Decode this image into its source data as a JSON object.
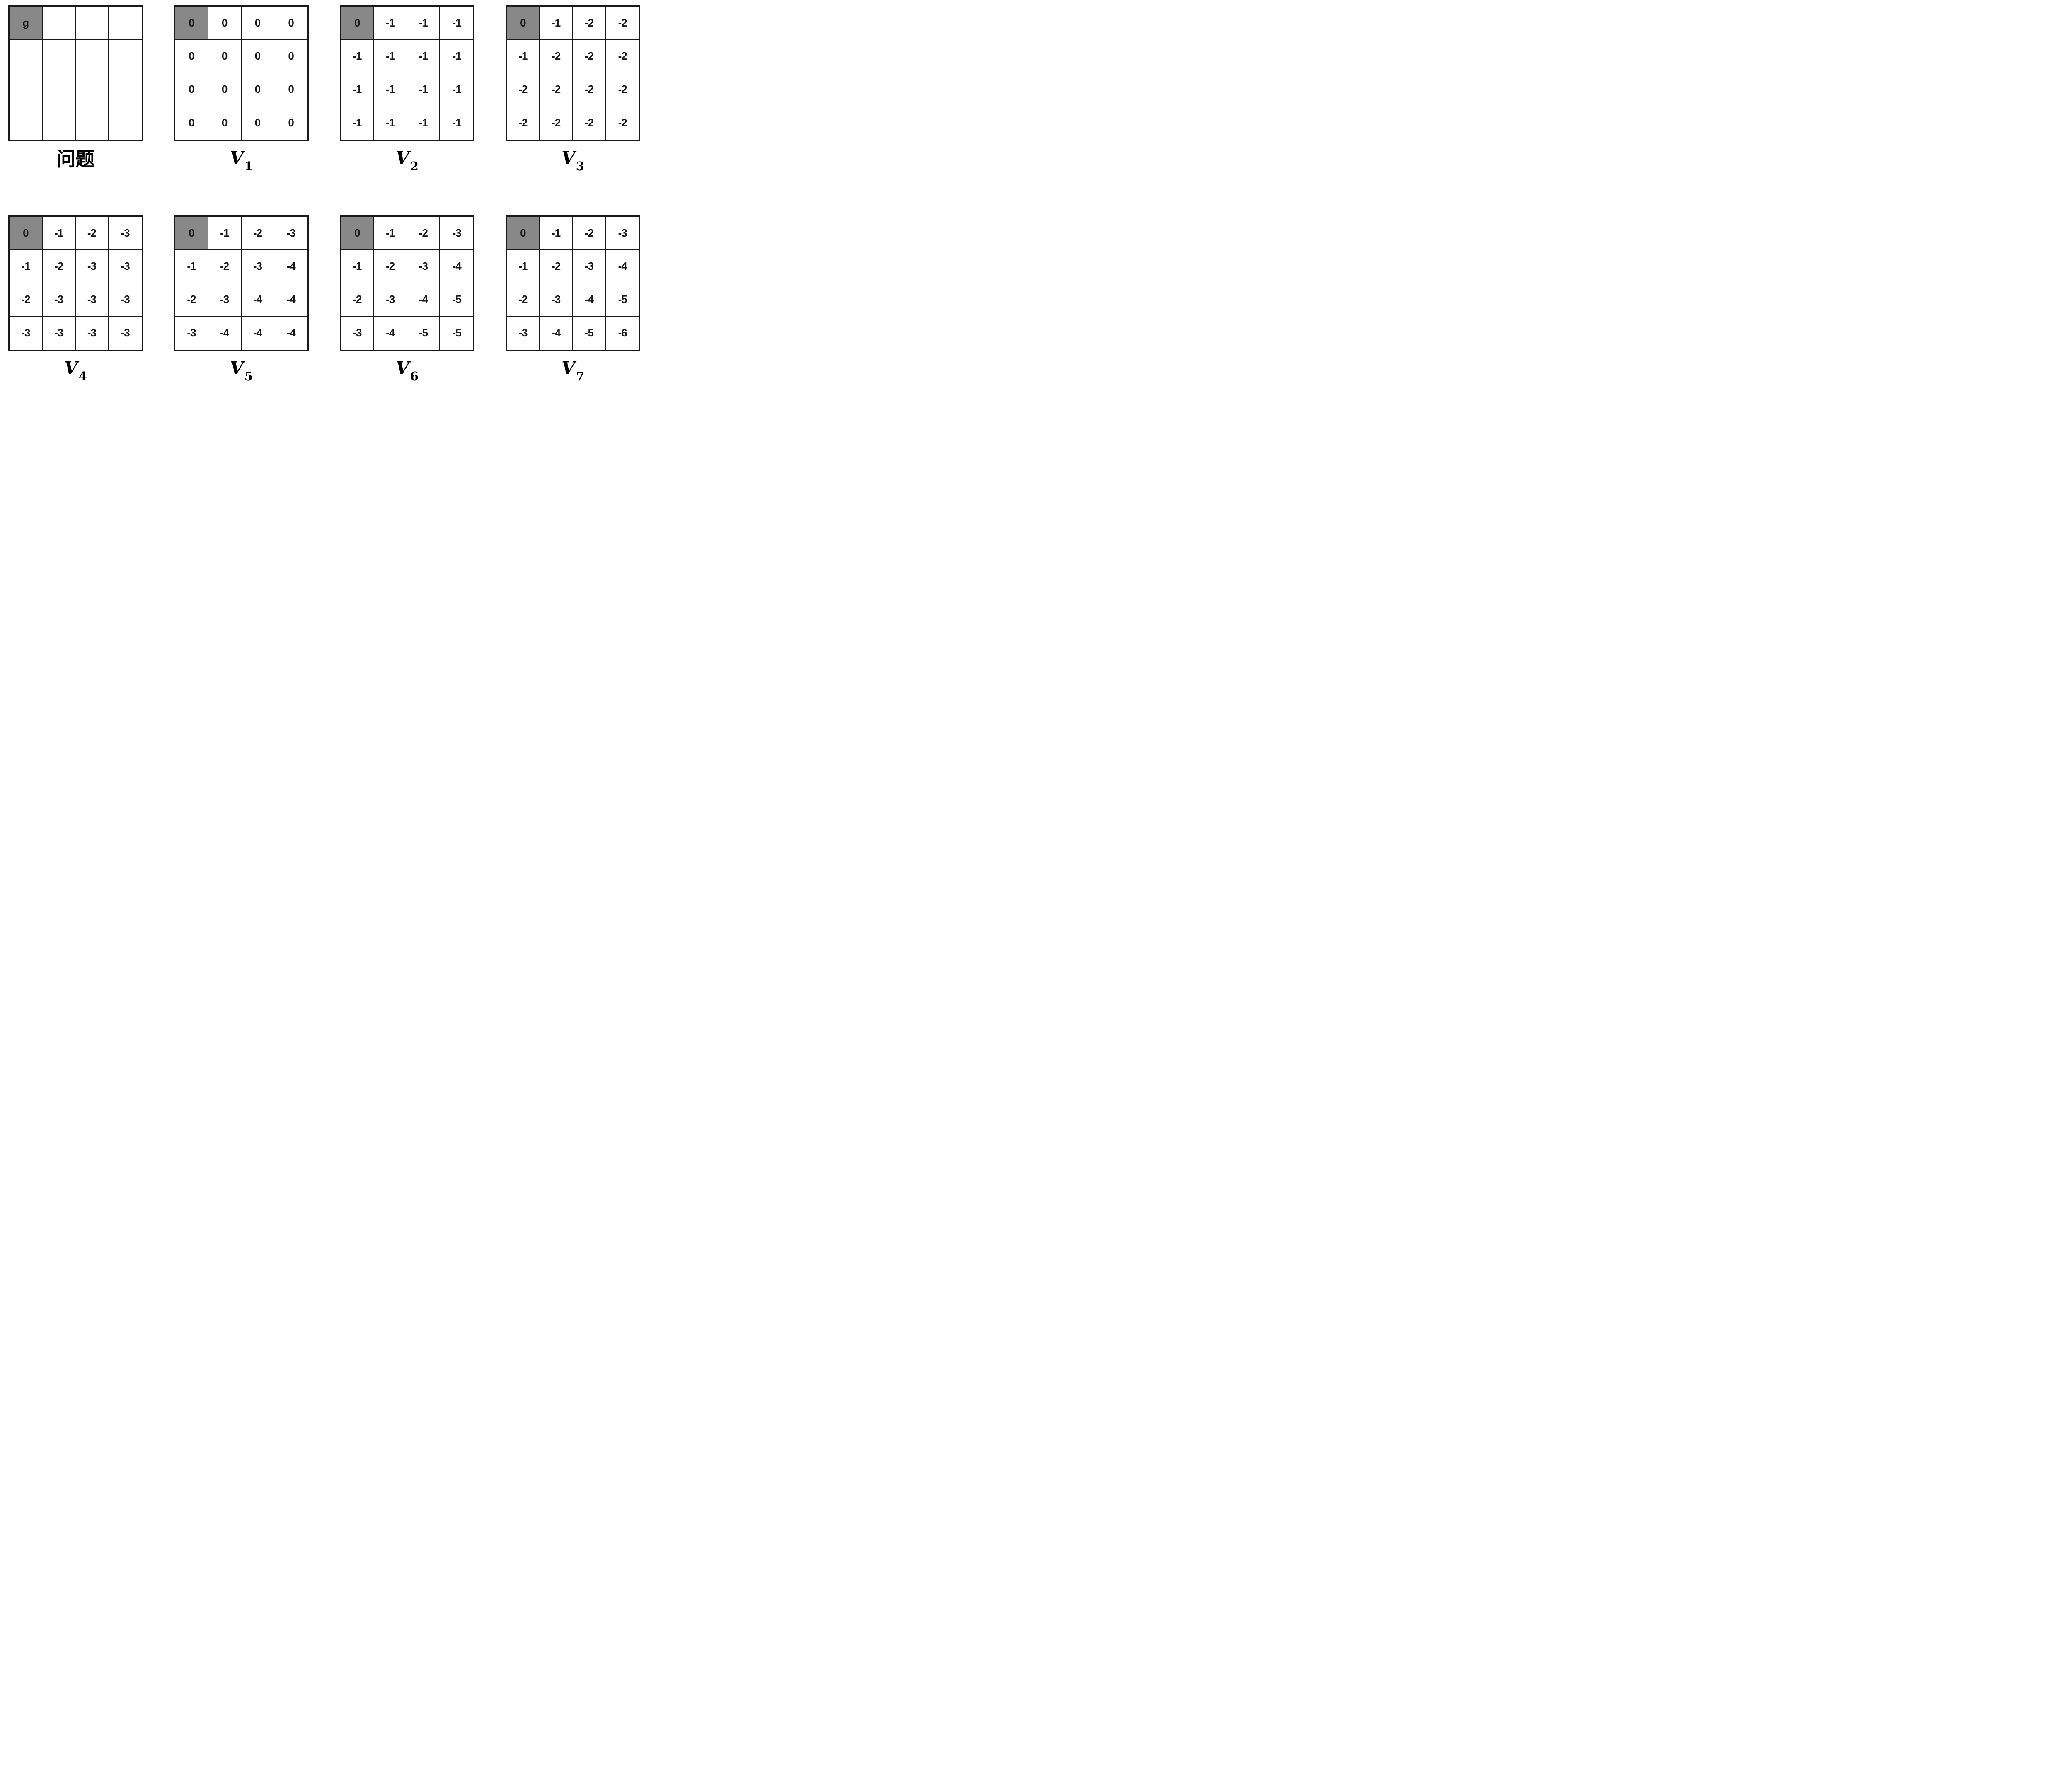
{
  "figure": {
    "background_color": "#ffffff",
    "line_color": "#1a1a1a",
    "goal_fill_color": "#888888",
    "goal_cell": {
      "row": 0,
      "col": 0
    },
    "grids": [
      {
        "id": "problem",
        "label_type": "cjk",
        "label": "问题",
        "cells": [
          [
            "g",
            "",
            "",
            ""
          ],
          [
            "",
            "",
            "",
            ""
          ],
          [
            "",
            "",
            "",
            ""
          ],
          [
            "",
            "",
            "",
            ""
          ]
        ]
      },
      {
        "id": "v1",
        "label_type": "math",
        "label_base": "V",
        "label_sub": "1",
        "cells": [
          [
            "0",
            "0",
            "0",
            "0"
          ],
          [
            "0",
            "0",
            "0",
            "0"
          ],
          [
            "0",
            "0",
            "0",
            "0"
          ],
          [
            "0",
            "0",
            "0",
            "0"
          ]
        ]
      },
      {
        "id": "v2",
        "label_type": "math",
        "label_base": "V",
        "label_sub": "2",
        "cells": [
          [
            "0",
            "-1",
            "-1",
            "-1"
          ],
          [
            "-1",
            "-1",
            "-1",
            "-1"
          ],
          [
            "-1",
            "-1",
            "-1",
            "-1"
          ],
          [
            "-1",
            "-1",
            "-1",
            "-1"
          ]
        ]
      },
      {
        "id": "v3",
        "label_type": "math",
        "label_base": "V",
        "label_sub": "3",
        "cells": [
          [
            "0",
            "-1",
            "-2",
            "-2"
          ],
          [
            "-1",
            "-2",
            "-2",
            "-2"
          ],
          [
            "-2",
            "-2",
            "-2",
            "-2"
          ],
          [
            "-2",
            "-2",
            "-2",
            "-2"
          ]
        ]
      },
      {
        "id": "v4",
        "label_type": "math",
        "label_base": "V",
        "label_sub": "4",
        "cells": [
          [
            "0",
            "-1",
            "-2",
            "-3"
          ],
          [
            "-1",
            "-2",
            "-3",
            "-3"
          ],
          [
            "-2",
            "-3",
            "-3",
            "-3"
          ],
          [
            "-3",
            "-3",
            "-3",
            "-3"
          ]
        ]
      },
      {
        "id": "v5",
        "label_type": "math",
        "label_base": "V",
        "label_sub": "5",
        "cells": [
          [
            "0",
            "-1",
            "-2",
            "-3"
          ],
          [
            "-1",
            "-2",
            "-3",
            "-4"
          ],
          [
            "-2",
            "-3",
            "-4",
            "-4"
          ],
          [
            "-3",
            "-4",
            "-4",
            "-4"
          ]
        ]
      },
      {
        "id": "v6",
        "label_type": "math",
        "label_base": "V",
        "label_sub": "6",
        "cells": [
          [
            "0",
            "-1",
            "-2",
            "-3"
          ],
          [
            "-1",
            "-2",
            "-3",
            "-4"
          ],
          [
            "-2",
            "-3",
            "-4",
            "-5"
          ],
          [
            "-3",
            "-4",
            "-5",
            "-5"
          ]
        ]
      },
      {
        "id": "v7",
        "label_type": "math",
        "label_base": "V",
        "label_sub": "7",
        "cells": [
          [
            "0",
            "-1",
            "-2",
            "-3"
          ],
          [
            "-1",
            "-2",
            "-3",
            "-4"
          ],
          [
            "-2",
            "-3",
            "-4",
            "-5"
          ],
          [
            "-3",
            "-4",
            "-5",
            "-6"
          ]
        ]
      }
    ]
  }
}
